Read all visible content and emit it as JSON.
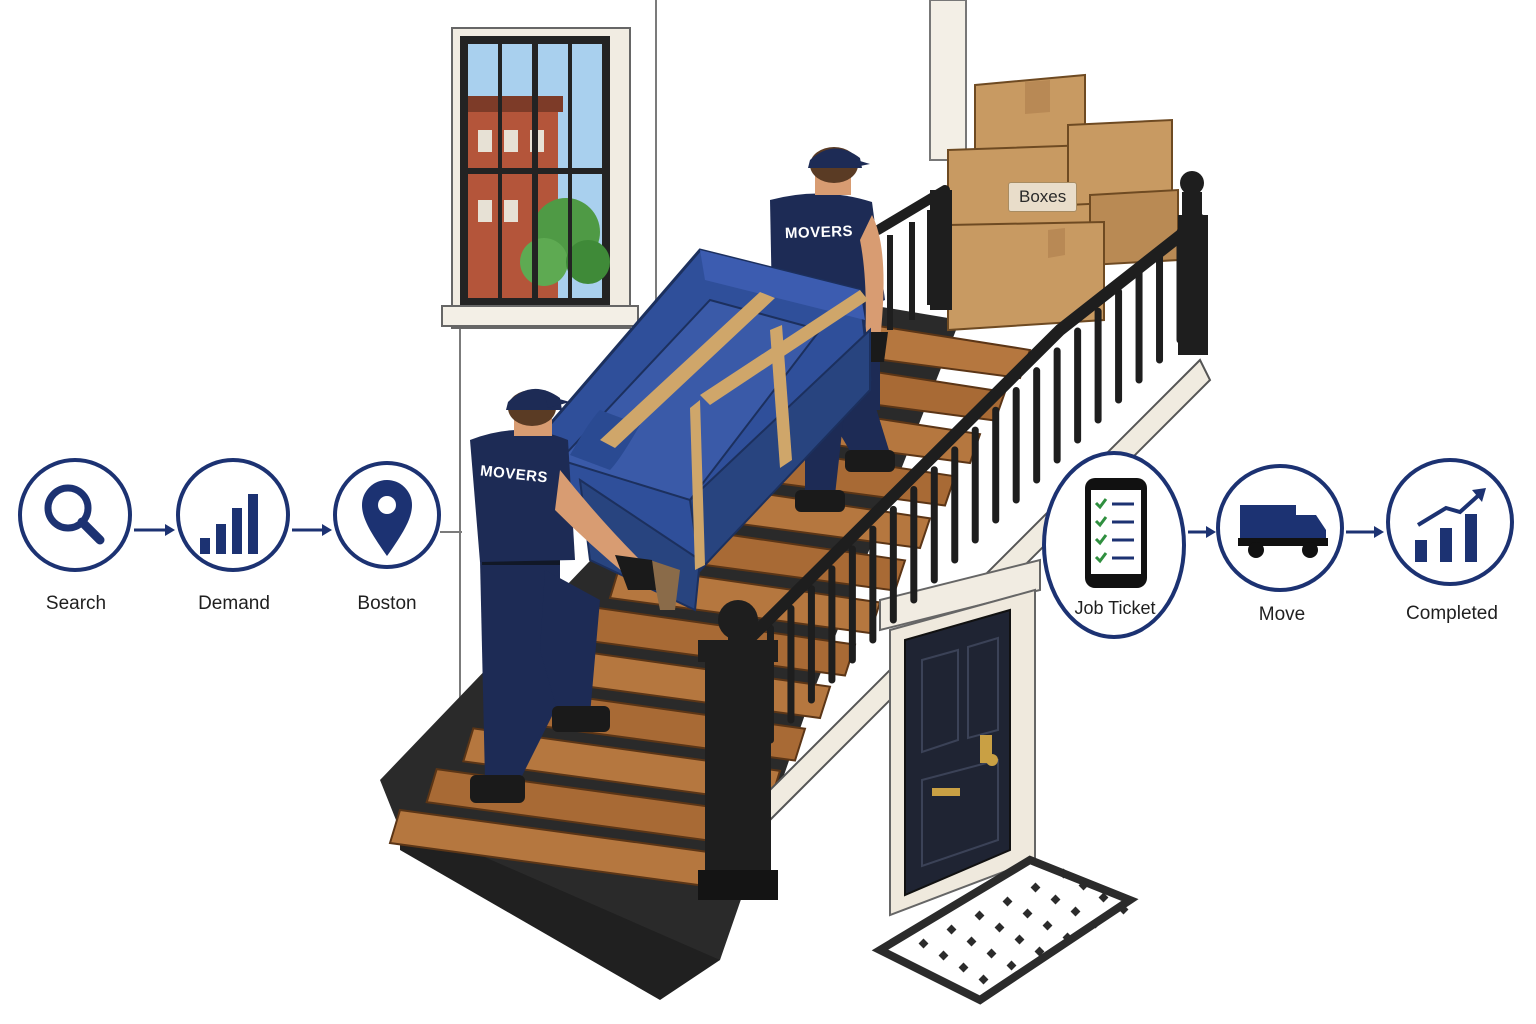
{
  "left_flow": {
    "steps": [
      {
        "label": "Search",
        "icon": "search-icon"
      },
      {
        "label": "Demand",
        "icon": "bar-chart-icon"
      },
      {
        "label": "Boston",
        "icon": "map-pin-icon"
      }
    ]
  },
  "right_flow": {
    "steps": [
      {
        "label": "Job Ticket",
        "icon": "phone-checklist-icon"
      },
      {
        "label": "Move",
        "icon": "truck-icon"
      },
      {
        "label": "Completed",
        "icon": "growth-chart-icon"
      }
    ]
  },
  "scene": {
    "box_tag": "Boxes",
    "mover_shirt_text": "MOVERS"
  },
  "colors": {
    "accent_navy": "#1c3272",
    "stair_wood": "#a86a35",
    "railing_black": "#1e1e1e",
    "sofa_blue": "#2f4f9a",
    "strap_tan": "#cfa66a",
    "box_brown": "#c89a62"
  }
}
